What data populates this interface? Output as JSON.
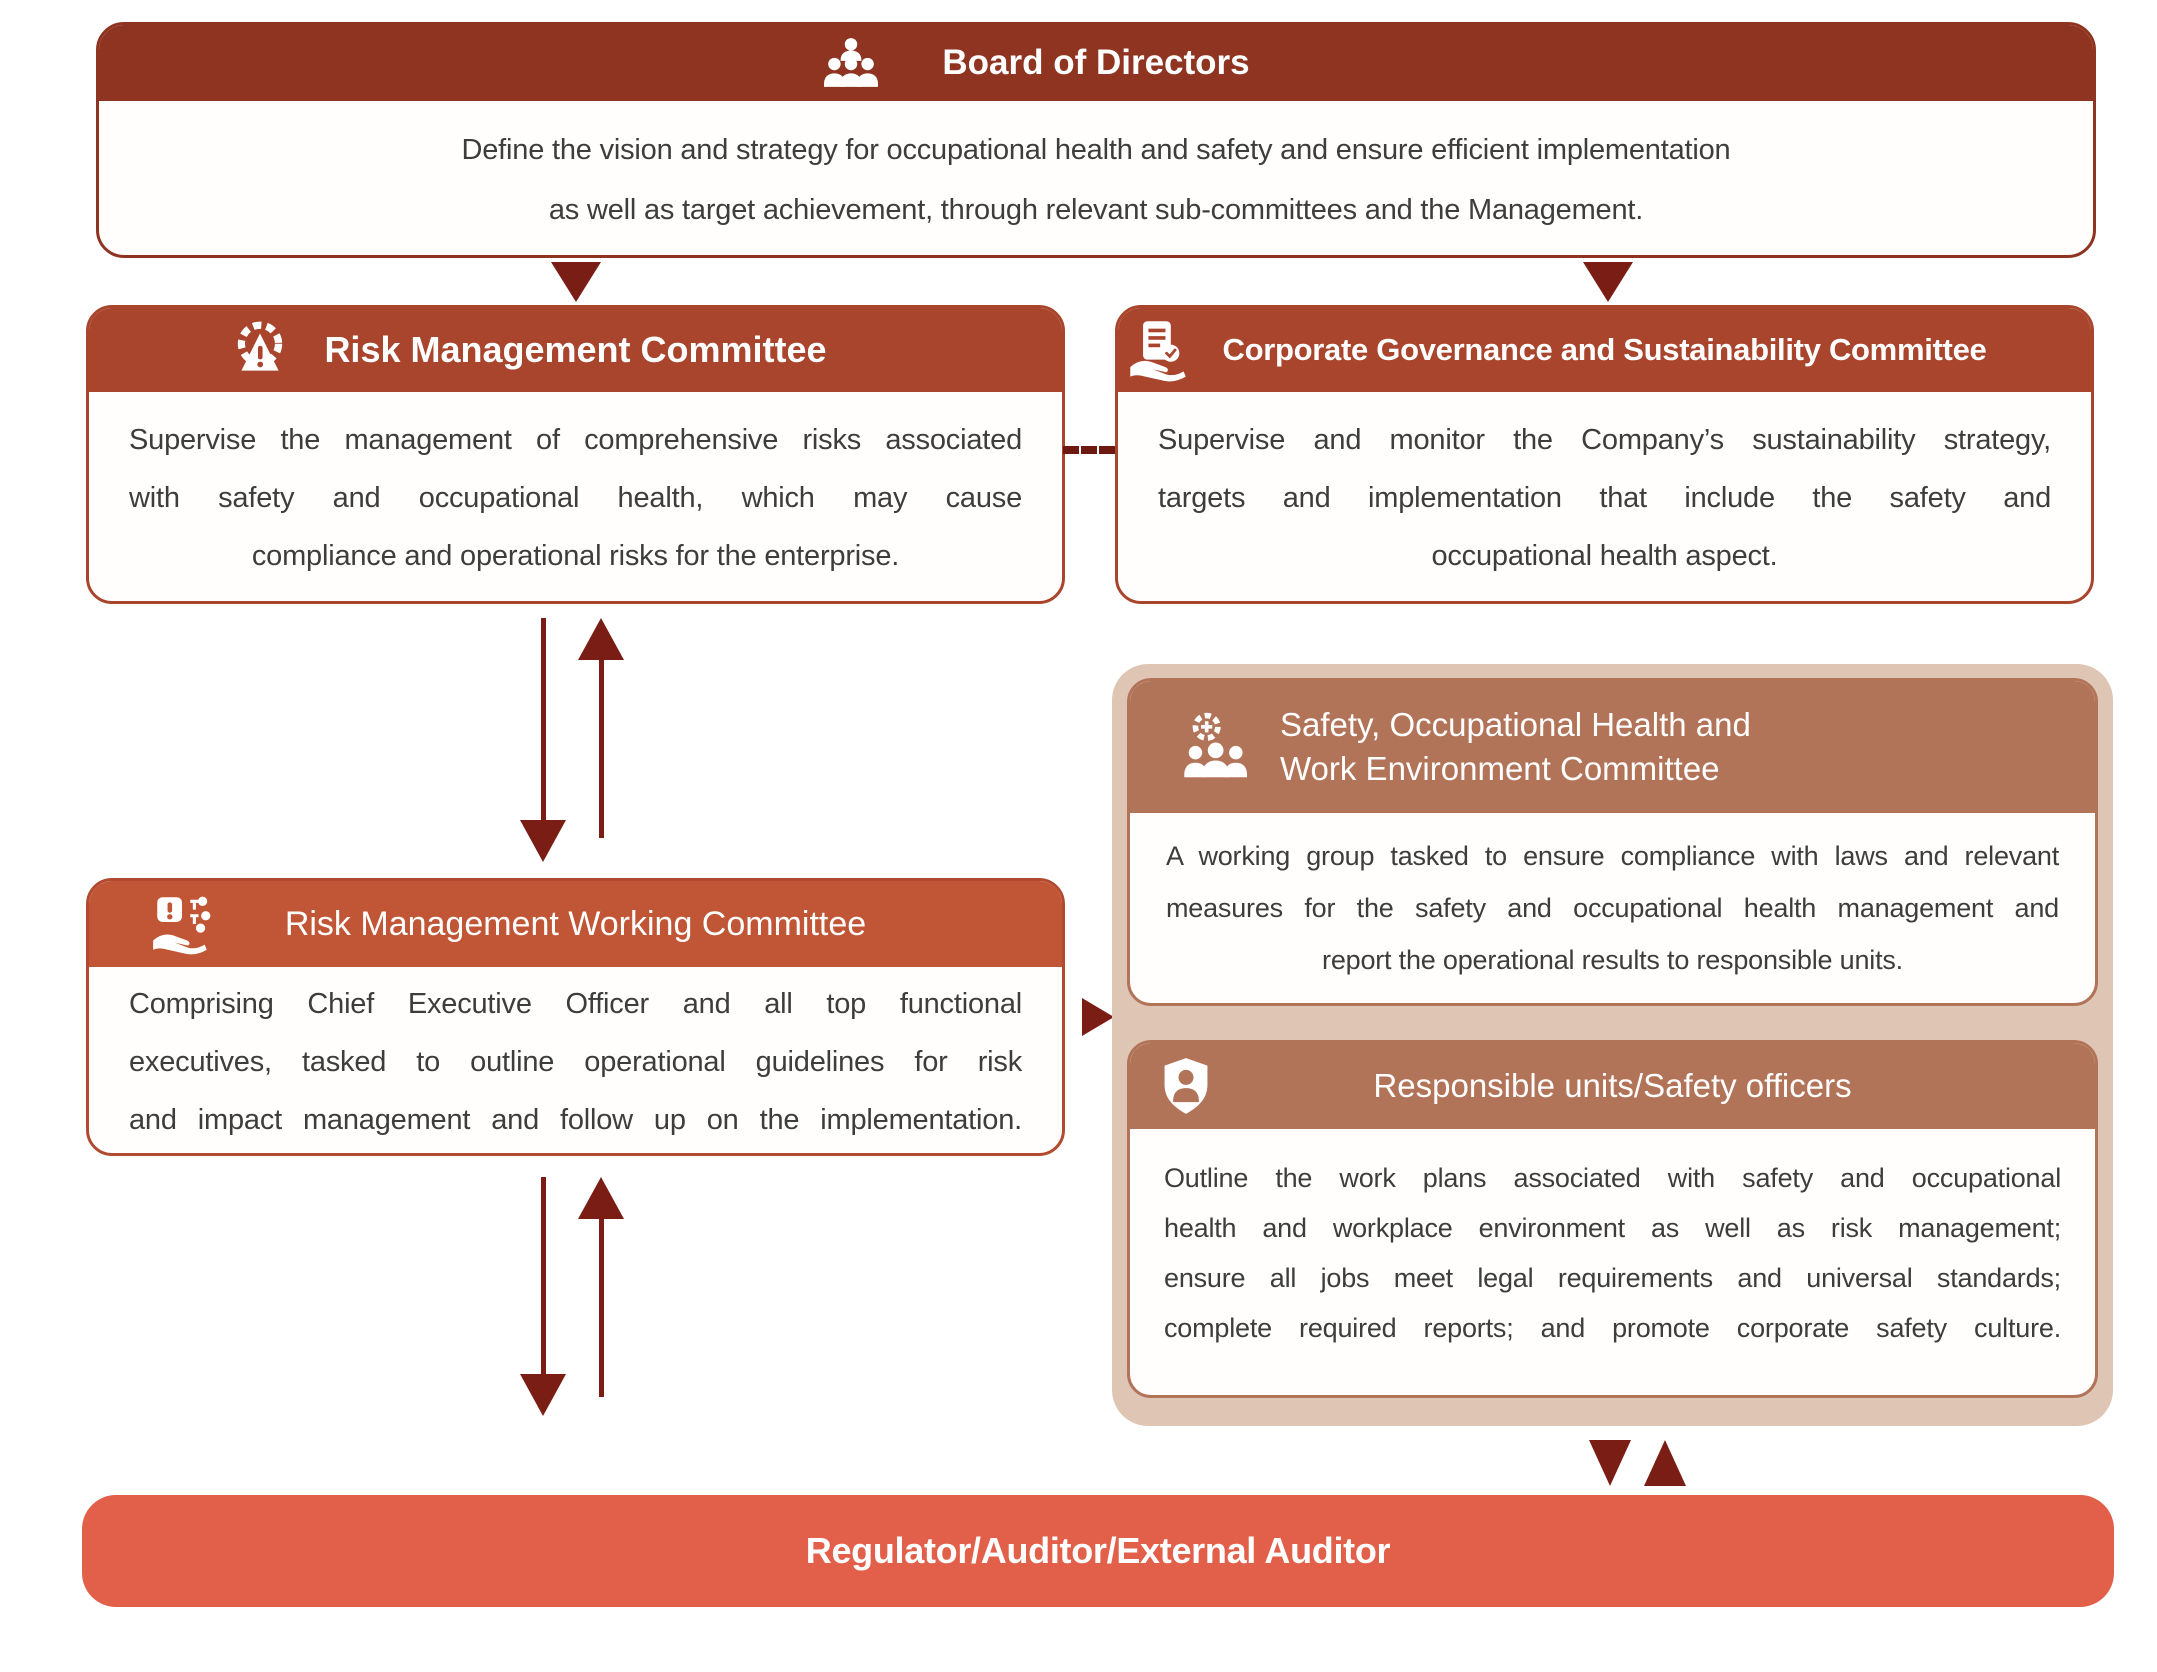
{
  "colors": {
    "board_header": "#8E3420",
    "committee_header": "#A8452C",
    "working_header": "#C05635",
    "working_border": "#B14A2E",
    "sub_header": "#B27459",
    "group_bg": "#DFC5B3",
    "bottom_bar": "#E2604A",
    "arrow": "#7A1E15",
    "dash": "#6E1812",
    "body_text": "#3D3D3D"
  },
  "board": {
    "icon": "people-group-icon",
    "title": "Board of Directors",
    "body_lines": [
      "Define the vision and strategy for occupational health and safety and ensure efficient implementation",
      "as well as target achievement, through relevant sub-committees and the Management."
    ]
  },
  "risk_committee": {
    "icon": "gear-warning-icon",
    "title": "Risk Management Committee",
    "body_lines": [
      "Supervise the management of comprehensive risks associated",
      "with safety and occupational health, which may cause",
      "compliance and operational risks for the enterprise."
    ]
  },
  "corporate_committee": {
    "icon": "checklist-hand-icon",
    "title": "Corporate Governance and Sustainability Committee",
    "body_lines": [
      "Supervise and monitor the Company’s sustainability strategy,",
      "targets and implementation that include the safety and",
      "occupational health aspect."
    ]
  },
  "working_committee": {
    "icon": "alert-hand-icon",
    "title": "Risk Management Working Committee",
    "body_lines": [
      "Comprising Chief Executive Officer and all top functional",
      "executives, tasked to outline operational guidelines for risk",
      "and impact management and follow up on the implementation."
    ]
  },
  "safety_committee": {
    "icon": "people-gear-icon",
    "title_lines": [
      "Safety, Occupational Health and",
      "Work Environment Committee"
    ],
    "body_lines": [
      "A working group tasked to ensure compliance with laws and relevant",
      "measures for the safety and occupational health management and",
      "report the operational results to responsible units."
    ]
  },
  "responsible_units": {
    "icon": "shield-person-icon",
    "title": "Responsible units/Safety officers",
    "body_lines": [
      "Outline the work plans associated with safety and occupational",
      "health and workplace environment as well as risk management;",
      "ensure all jobs meet legal requirements and universal standards;",
      "complete required reports; and promote corporate safety culture."
    ]
  },
  "regulator_bar": {
    "label": "Regulator/Auditor/External Auditor"
  }
}
